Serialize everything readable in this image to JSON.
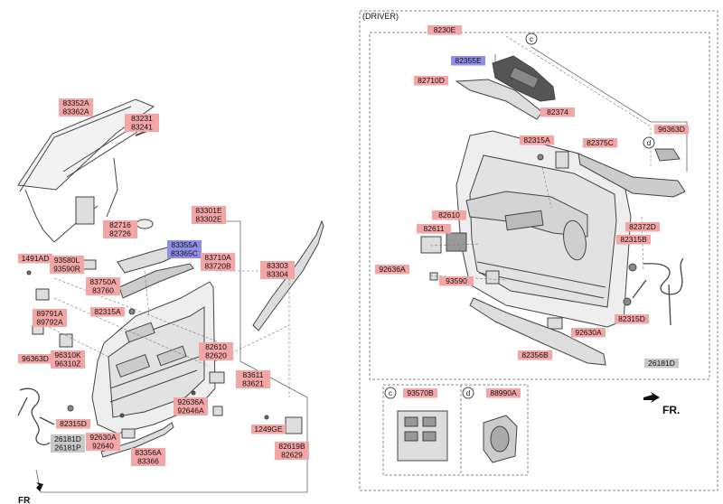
{
  "diagram": {
    "driver_header": "(DRIVER)",
    "fr_label": "FR.",
    "callouts": {
      "c": "c",
      "d": "d"
    },
    "left_labels": [
      {
        "id": "83352A",
        "lines": [
          "83352A",
          "83362A"
        ],
        "style": "red"
      },
      {
        "id": "83231",
        "lines": [
          "83231",
          "83241"
        ],
        "style": "red"
      },
      {
        "id": "82716",
        "lines": [
          "82716",
          "82726"
        ],
        "style": "red"
      },
      {
        "id": "83301E",
        "lines": [
          "83301E",
          "83302E"
        ],
        "style": "red"
      },
      {
        "id": "83355A",
        "lines": [
          "83355A",
          "83365C"
        ],
        "style": "blue"
      },
      {
        "id": "83710A",
        "lines": [
          "83710A",
          "83720B"
        ],
        "style": "red"
      },
      {
        "id": "83303",
        "lines": [
          "83303",
          "83304"
        ],
        "style": "red"
      },
      {
        "id": "1491AD",
        "lines": [
          "1491AD"
        ],
        "style": "red"
      },
      {
        "id": "93580L",
        "lines": [
          "93580L",
          "93590R"
        ],
        "style": "red"
      },
      {
        "id": "83750A",
        "lines": [
          "83750A",
          "83760"
        ],
        "style": "red"
      },
      {
        "id": "82315A_L",
        "lines": [
          "82315A"
        ],
        "style": "red"
      },
      {
        "id": "89791A",
        "lines": [
          "89791A",
          "89792A"
        ],
        "style": "red"
      },
      {
        "id": "96363D_L",
        "lines": [
          "96363D"
        ],
        "style": "red"
      },
      {
        "id": "96310K",
        "lines": [
          "96310K",
          "96310Z"
        ],
        "style": "red"
      },
      {
        "id": "82610_L",
        "lines": [
          "82610",
          "82620"
        ],
        "style": "red"
      },
      {
        "id": "83611",
        "lines": [
          "83611",
          "83621"
        ],
        "style": "red"
      },
      {
        "id": "92636A_L",
        "lines": [
          "92636A",
          "92646A"
        ],
        "style": "red"
      },
      {
        "id": "82315D_L",
        "lines": [
          "82315D"
        ],
        "style": "red"
      },
      {
        "id": "26181D_L",
        "lines": [
          "26181D",
          "26181P"
        ],
        "style": "gray"
      },
      {
        "id": "92630A_L",
        "lines": [
          "92630A",
          "92640"
        ],
        "style": "red"
      },
      {
        "id": "1249GE",
        "lines": [
          "1249GE"
        ],
        "style": "red"
      },
      {
        "id": "83356A",
        "lines": [
          "83356A",
          "83366"
        ],
        "style": "red"
      },
      {
        "id": "82619B",
        "lines": [
          "82619B",
          "82629"
        ],
        "style": "red"
      }
    ],
    "right_labels": [
      {
        "id": "8230E",
        "lines": [
          "8230E"
        ],
        "style": "red"
      },
      {
        "id": "82355E",
        "lines": [
          "82355E"
        ],
        "style": "blue"
      },
      {
        "id": "82710D",
        "lines": [
          "82710D"
        ],
        "style": "red"
      },
      {
        "id": "82374",
        "lines": [
          "82374"
        ],
        "style": "red"
      },
      {
        "id": "96363D_R",
        "lines": [
          "96363D"
        ],
        "style": "red"
      },
      {
        "id": "82315A_R",
        "lines": [
          "82315A"
        ],
        "style": "red"
      },
      {
        "id": "82375C",
        "lines": [
          "82375C"
        ],
        "style": "red"
      },
      {
        "id": "82610_R",
        "lines": [
          "82610"
        ],
        "style": "red"
      },
      {
        "id": "82611",
        "lines": [
          "82611"
        ],
        "style": "red"
      },
      {
        "id": "82372D",
        "lines": [
          "82372D"
        ],
        "style": "red"
      },
      {
        "id": "82315B",
        "lines": [
          "82315B"
        ],
        "style": "red"
      },
      {
        "id": "92636A_R",
        "lines": [
          "92636A"
        ],
        "style": "red"
      },
      {
        "id": "93590",
        "lines": [
          "93590"
        ],
        "style": "red"
      },
      {
        "id": "82315D_R",
        "lines": [
          "82315D"
        ],
        "style": "red"
      },
      {
        "id": "92630A_R",
        "lines": [
          "92630A"
        ],
        "style": "red"
      },
      {
        "id": "82356B",
        "lines": [
          "82356B"
        ],
        "style": "red"
      },
      {
        "id": "26181D_R",
        "lines": [
          "26181D"
        ],
        "style": "gray"
      }
    ],
    "detail_labels": [
      {
        "id": "93570B",
        "lines": [
          "93570B"
        ],
        "style": "red"
      },
      {
        "id": "88990A",
        "lines": [
          "88990A"
        ],
        "style": "red"
      }
    ],
    "colors": {
      "red_fill": "#f4a6a6",
      "blue_fill": "#8f8fe8",
      "gray_fill": "#c8c8c8",
      "line": "#444444",
      "part_fill": "#e8e8e8"
    }
  }
}
